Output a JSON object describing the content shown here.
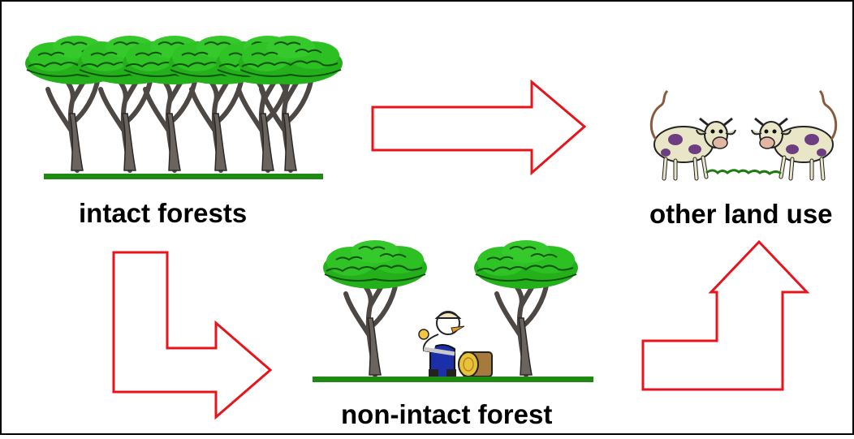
{
  "labels": {
    "intact_forests": "intact forests",
    "other_land_use": "other land use",
    "non_intact_forest": "non-intact forest"
  },
  "colors": {
    "arrow_stroke": "#e8141b",
    "ground": "#1f8a12",
    "foliage": "#26b51c",
    "foliage_dark": "#0f5e0c",
    "trunk": "#5a5450",
    "border": "#000000"
  },
  "icons": [
    "tree-icon",
    "cow-icon",
    "lumberjack-icon",
    "log-icon",
    "grass-icon"
  ]
}
